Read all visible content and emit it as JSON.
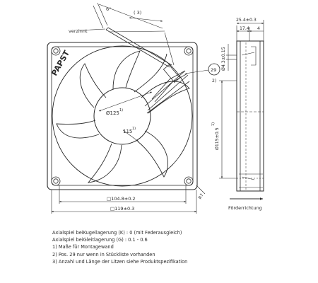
{
  "drawing": {
    "labels": {
      "wire_coating": "verzinnt",
      "wire_angle": "6°",
      "wire_len": "( 3)",
      "brand": "PAPST",
      "part_29": "29",
      "part_29_note": "2)",
      "inner_dia": "Ø125",
      "inner_dia_note": "1)",
      "hub": "115",
      "hub_note": "1)",
      "bolt_dia": "Ø115±0.5",
      "bolt_dia_note": "1)",
      "hole_dia": "Ø4.3±0.15",
      "depth_total": "25.4±0.3",
      "depth_part": "17.4",
      "depth_end": "4",
      "width_inner": "□104.8±0.2",
      "width_outer": "□119±0.3",
      "radius": "R7",
      "flow_dir": "Förderrichtung"
    },
    "notes": [
      "Axialspiel beiKugellagerung (K) : 0 (mit Federausgleich)",
      "Axialspiel beiGleitlagerung (G) : 0.1 - 0.6",
      "1) Maße für Montagewand",
      "2) Pos. 29 nur wenn in Stückliste vorhanden",
      "3) Anzahl und Länge der Litzen siehe Produktspezifikation"
    ]
  }
}
